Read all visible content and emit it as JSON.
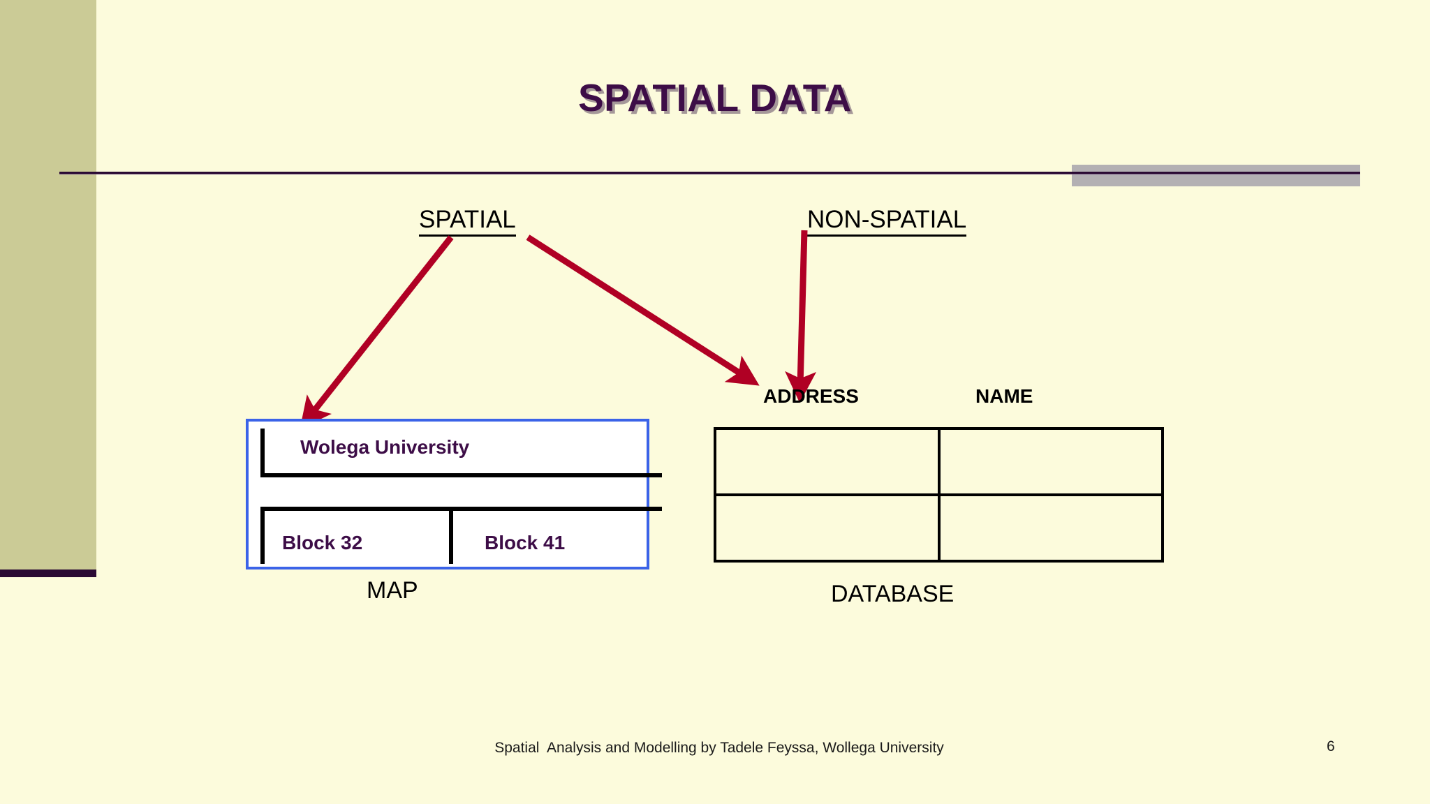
{
  "slide": {
    "title": "SPATIAL DATA",
    "page_number": "6",
    "footer": "Spatial  Analysis and Modelling by Tadele Feyssa, Wollega University",
    "background_color": "#FCFBDC",
    "side_band_color": "#CBCB96",
    "side_band_foot_color": "#2A0A33",
    "top_gray_bar_color": "#B3B0B3",
    "header_rule_color": "#2A0A33",
    "title_color": "#3D0D47"
  },
  "categories": {
    "spatial_label": "SPATIAL",
    "nonspatial_label": "NON-SPATIAL"
  },
  "arrows": {
    "color": "#B00024",
    "spatial_to_map": "arrow-spatial-to-map",
    "spatial_to_database": "arrow-spatial-to-database",
    "nonspatial_to_address": "arrow-nonspatial-to-address"
  },
  "map": {
    "caption": "MAP",
    "border_color": "#3B63E8",
    "fill_color": "#FFFFFF",
    "text_color": "#3D0D47",
    "feature_label": "Wolega University",
    "blocks": [
      "Block 32",
      "Block 41"
    ]
  },
  "database": {
    "caption": "DATABASE",
    "columns": [
      "ADDRESS",
      "NAME"
    ],
    "rows": [
      [
        "",
        ""
      ],
      [
        "",
        ""
      ]
    ],
    "border_color": "#000000"
  }
}
